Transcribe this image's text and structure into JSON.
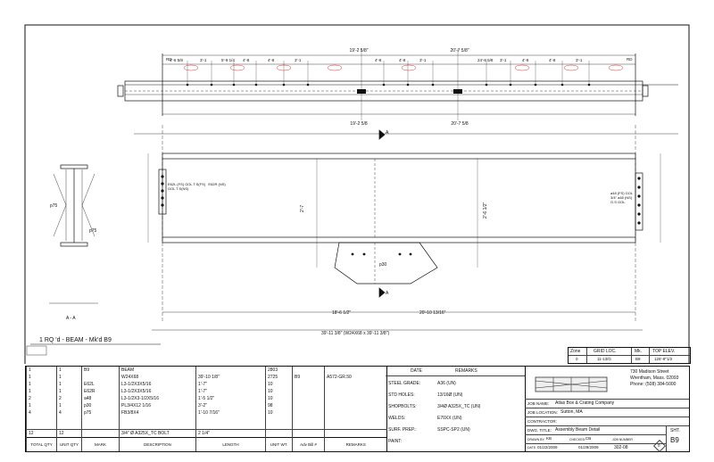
{
  "elevation_box": {
    "headers": [
      "Zone",
      "GRID LOC.",
      "Mk.",
      "TOP ELEV."
    ],
    "values": [
      "0",
      "11-13/G",
      "B9",
      "126'-8\"1/2"
    ]
  },
  "drawing": {
    "piece_title": "1  RQ 'd - BEAM - Mk'd B9",
    "section_label": "A - A",
    "section_mark": "A",
    "overall_length": "39'-11 3/8\" (W24X68 x 39'-11 3/8\")",
    "dim_top_left": "19'-2 5/8\"",
    "dim_top_right": "20'-7 5/8\"",
    "dim_bottom_left": "18'-6 1/2\"",
    "dim_bottom_right": "20'-10 13/16\"",
    "dim_rd": "RD",
    "dim_height": "2'-7",
    "dim_height_right": "2'-6 1/2\"",
    "left_plate_note": "E62L (FS) GOL T.S(FS)   E62R (NS) GOL T.S(NS)",
    "right_plate_note": "a48 (FS) GOL 3/4\" a48 (NS) G.S GOL",
    "plate_mark": "p30",
    "section_marks": [
      "p75",
      "p75"
    ]
  },
  "bom": {
    "rows": [
      {
        "qty": "1",
        "unit": "1",
        "mark": "B9",
        "desc": "BEAM",
        "length": "",
        "wt": "2803",
        "adv": "",
        "rem": ""
      },
      {
        "qty": "1",
        "unit": "1",
        "mark": "",
        "desc": "W24X68",
        "length": "39'-10 1/8\"",
        "wt": "2725",
        "adv": "B9",
        "rem": "A572-GR.50"
      },
      {
        "qty": "1",
        "unit": "1",
        "mark": "E62L",
        "desc": "L3-1/2X3X5/16",
        "length": "1'-7\"",
        "wt": "10",
        "adv": "",
        "rem": ""
      },
      {
        "qty": "1",
        "unit": "1",
        "mark": "E62R",
        "desc": "L3-1/2X3X5/16",
        "length": "1'-7\"",
        "wt": "10",
        "adv": "",
        "rem": ""
      },
      {
        "qty": "2",
        "unit": "2",
        "mark": "a48",
        "desc": "L3-1/2X3-1/2X5/16",
        "length": "1'-5 1/2\"",
        "wt": "10",
        "adv": "",
        "rem": ""
      },
      {
        "qty": "1",
        "unit": "1",
        "mark": "p30",
        "desc": "PL3/4X12 1/16",
        "length": "3'-2\"",
        "wt": "98",
        "adv": "",
        "rem": ""
      },
      {
        "qty": "4",
        "unit": "4",
        "mark": "p75",
        "desc": "FB3/8X4",
        "length": "1'-10 7/16\"",
        "wt": "10",
        "adv": "",
        "rem": ""
      }
    ],
    "bolt_row": {
      "qty": "12",
      "unit": "12",
      "desc": "3/4\"   Ø     A325X_TC BOLT",
      "length": "2 1/4\""
    },
    "headers": [
      "TOTAL QTY",
      "UNIT QTY",
      "MARK",
      "DESCRIPTION",
      "LENGTH",
      "UNIT WT.",
      "Adv Bill #",
      "REMARKS"
    ]
  },
  "specs": {
    "date_header": "DATE",
    "remarks_header": "REMARKS",
    "rows": [
      {
        "label": "STEEL GRADE:",
        "value": "A36 (UN)"
      },
      {
        "label": "STD HOLES:",
        "value": "13/16Ø (UN)"
      },
      {
        "label": "SHOPBOLTS:",
        "value": "3/4Ø A325X_TC (UN)"
      },
      {
        "label": "WELDS:",
        "value": "E70XX (UN)"
      },
      {
        "label": "SURF. PREP.:",
        "value": "SSPC-SP2 (UN)"
      },
      {
        "label": "PAINT:",
        "value": ""
      }
    ]
  },
  "title_block": {
    "address1": "730 Madison Street",
    "address2": "Wrentham, Mass.  02093",
    "phone": "Phone: (508) 384-5000",
    "job_name_label": "JOB NAME:",
    "job_name": "Atlas Box & Crating Company",
    "job_location_label": "JOB LOCATION:",
    "job_location": "Sutton, MA",
    "contractor_label": "CONTRACTOR:",
    "contractor": "",
    "dwg_title_label": "DWG. TITLE:",
    "dwg_title": "Assembly Beam Detail",
    "sht_label": "SHT.",
    "sheet_no": "B9",
    "drawn_by_label": "DRAWN BY:",
    "drawn_by": "KB",
    "checked_label": "CHECKED:",
    "checked": "CB",
    "job_number_label": "JOB NUMBER",
    "job_number": "302-08",
    "date_label": "DATE:",
    "date1": "01/22/2009",
    "date2": "01/29/2009",
    "rev": "0"
  },
  "colors": {
    "line": "#111111",
    "accent": "#cc1111"
  }
}
